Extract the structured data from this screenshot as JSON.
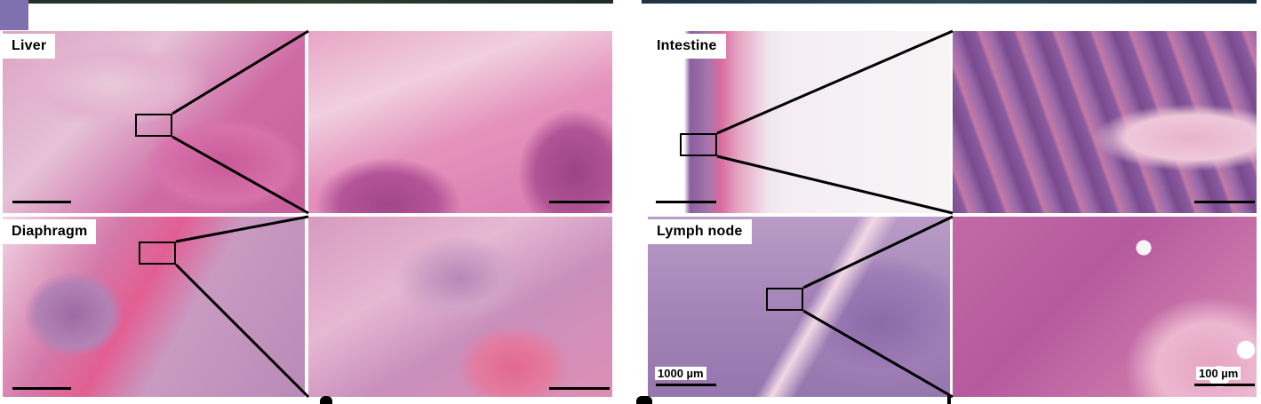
{
  "figure": {
    "left_group": {
      "panels": [
        {
          "label": "Liver",
          "tissue_color": "#d57fb0",
          "region": "liver-overview"
        },
        {
          "label": "Diaphragm",
          "tissue_color": "#d97aa6",
          "region": "diaphragm-overview"
        }
      ]
    },
    "right_group": {
      "panels": [
        {
          "label": "Intestine",
          "tissue_color": "#c88ab8",
          "region": "intestine-overview"
        },
        {
          "label": "Lymph node",
          "tissue_color": "#9f78ad",
          "region": "lymph-node-overview"
        }
      ]
    },
    "scale_labels": {
      "overview": "1000 µm",
      "zoom": "100 µm"
    },
    "colors": {
      "he_pink": "#e38dbb",
      "he_purple": "#8a5fa0",
      "background": "#ffffff",
      "badge": "#7f70b0"
    }
  }
}
